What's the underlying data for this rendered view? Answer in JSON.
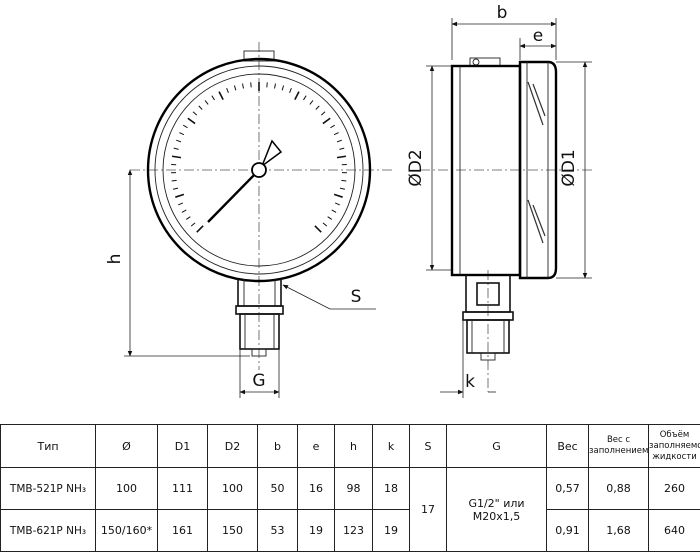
{
  "drawing": {
    "labels": {
      "b": "b",
      "e": "e",
      "D2": "ØD2",
      "D1": "ØD1",
      "h": "h",
      "S": "S",
      "G": "G",
      "k": "k"
    }
  },
  "table": {
    "headers": {
      "type": "Тип",
      "diameter": "Ø",
      "d1": "D1",
      "d2": "D2",
      "b": "b",
      "e": "e",
      "h": "h",
      "k": "k",
      "s": "S",
      "g": "G",
      "weight": "Вес",
      "weight_filled": "Вес с заполнением",
      "fill_volume": "Объём заполняемой жидкости"
    },
    "rows": [
      {
        "type": "ТМВ-521Р NH₃",
        "diameter": "100",
        "d1": "111",
        "d2": "100",
        "b": "50",
        "e": "16",
        "h": "98",
        "k": "18",
        "weight": "0,57",
        "weight_filled": "0,88",
        "fill_volume": "260"
      },
      {
        "type": "ТМВ-621Р NH₃",
        "diameter": "150/160*",
        "d1": "161",
        "d2": "150",
        "b": "53",
        "e": "19",
        "h": "123",
        "k": "19",
        "weight": "0,91",
        "weight_filled": "1,68",
        "fill_volume": "640"
      }
    ],
    "shared": {
      "s": "17",
      "g": "G1/2\" или M20x1,5"
    }
  }
}
